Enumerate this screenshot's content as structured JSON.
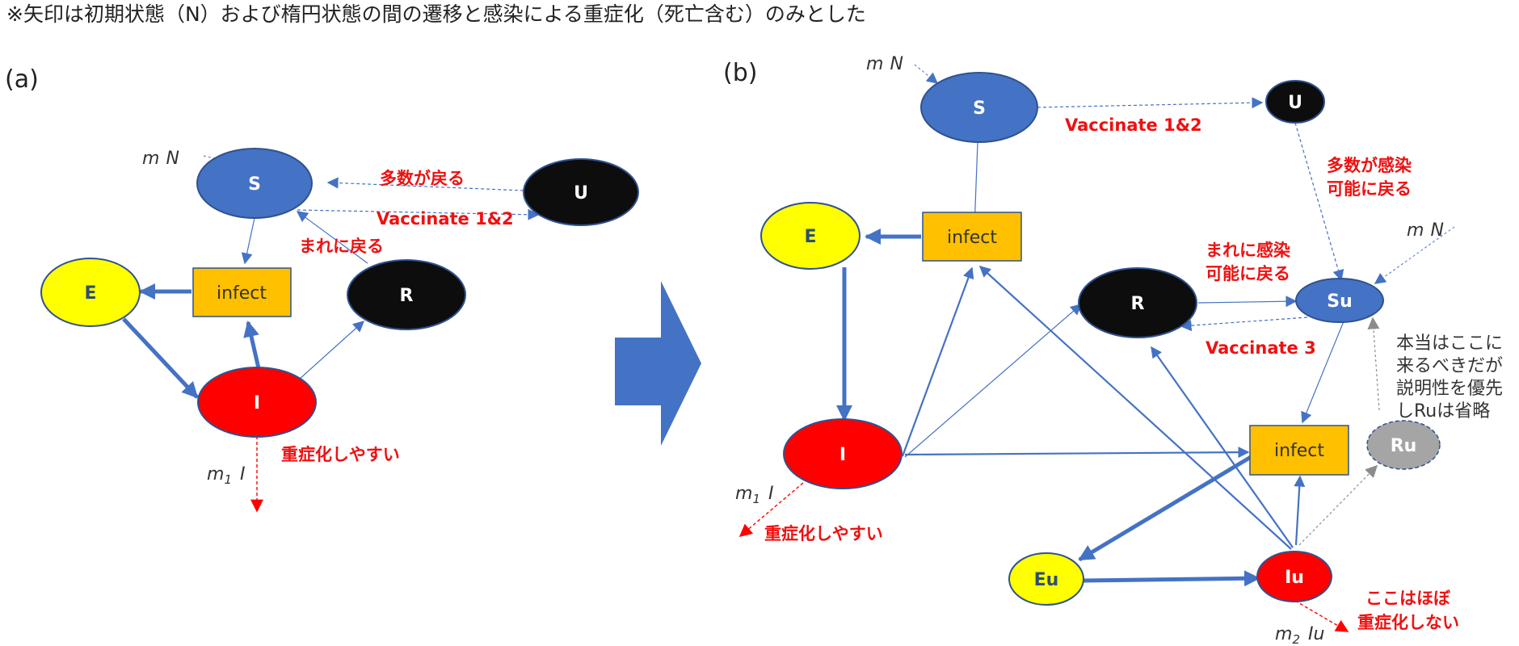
{
  "note": "※矢印は初期状態（N）および楕円状態の間の遷移と感染による重症化（死亡含む）のみとした",
  "panel_a": {
    "label": "(a)",
    "nodes": {
      "S": "S",
      "U": "U",
      "E": "E",
      "R": "R",
      "I": "I",
      "infect": "infect"
    },
    "inflow_m": "m",
    "inflow_N": "N",
    "label_many_return": "多数が戻る",
    "label_vaccinate": "Vaccinate 1&2",
    "label_rarely_return": "まれに戻る",
    "label_severe": "重症化しやすい",
    "m1": "m",
    "m1_sub": "1",
    "m1_var": "I"
  },
  "panel_b": {
    "label": "(b)",
    "nodes": {
      "S": "S",
      "U": "U",
      "E": "E",
      "infect_top": "infect",
      "R": "R",
      "Su": "Su",
      "I": "I",
      "infect_bottom": "infect",
      "Ru": "Ru",
      "Eu": "Eu",
      "Iu": "Iu"
    },
    "inflow_m": "m",
    "inflow_N": "N",
    "inflow2_m": "m",
    "inflow2_N": "N",
    "label_vaccinate12": "Vaccinate 1&2",
    "label_many_line1": "多数が感染",
    "label_many_line2": "可能に戻る",
    "label_rare_line1": "まれに感染",
    "label_rare_line2": "可能に戻る",
    "label_vaccinate3": "Vaccinate 3",
    "note_lines": [
      "本当はここに",
      "来るべきだが",
      "説明性を優先",
      "しRuは省略"
    ],
    "label_severe": "重症化しやすい",
    "label_not_severe_line1": "ここはほぼ",
    "label_not_severe_line2": "重症化しない",
    "m1": "m",
    "m1_sub": "1",
    "m1_var": "I",
    "m2": "m",
    "m2_sub": "2",
    "m2_var": "Iu"
  },
  "colors": {
    "blue": "#4472c4",
    "blue_stroke": "#2f528f",
    "black": "#0d0d0d",
    "yellow": "#ffff00",
    "red": "#ff0000",
    "orange": "#ffc000",
    "gray": "#a5a5a5",
    "label_red": "#ee1111"
  }
}
